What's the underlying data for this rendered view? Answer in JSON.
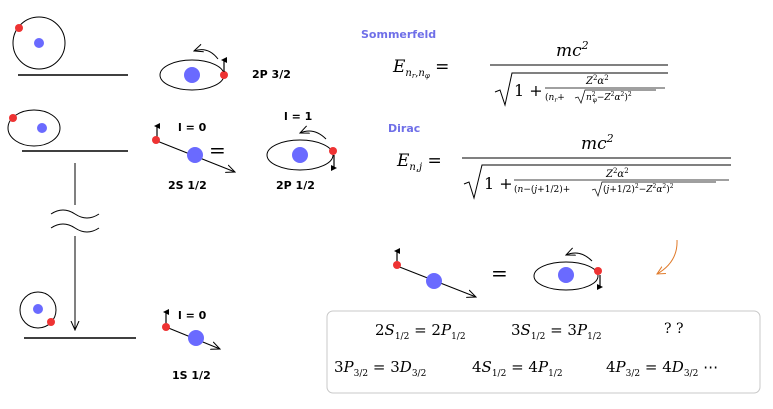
{
  "labels": {
    "state_2p32": "2P 3/2",
    "l0_top": "l = 0",
    "l1_top": "l = 1",
    "state_2s12": "2S 1/2",
    "state_2p12": "2P 1/2",
    "equals": "=",
    "l0_bottom": "l = 0",
    "state_1s12": "1S 1/2",
    "question": "? ?"
  },
  "titles": {
    "sommerfeld": "Sommerfeld",
    "dirac": "Dirac"
  },
  "colors": {
    "nucleus": "#6a6aff",
    "electron": "#ee3333",
    "title": "#6f6fe8",
    "curved_arrow": "#e07a2a",
    "box_border": "#c8c8c8"
  }
}
